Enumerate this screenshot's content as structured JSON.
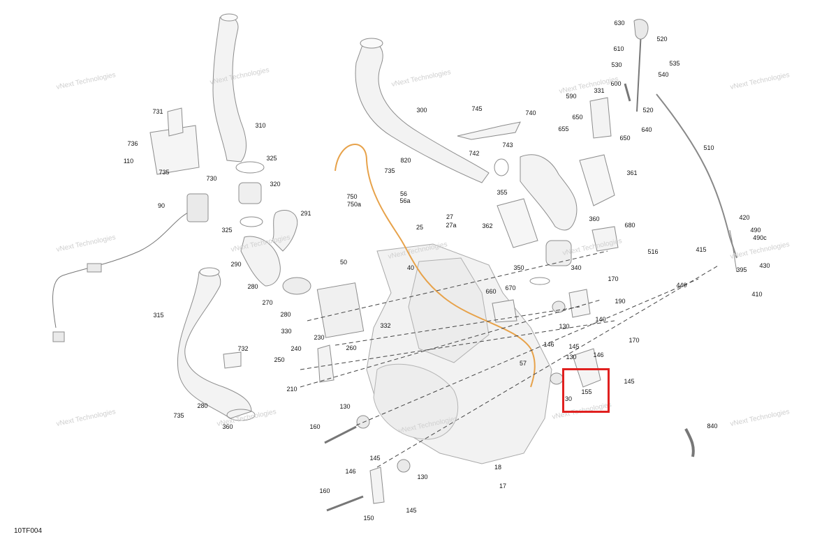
{
  "diagram": {
    "figure_code": "10TF004",
    "watermark": "vNext Technologies",
    "highlight_color": "#e0201f",
    "labels": [
      "630",
      "520",
      "610",
      "535",
      "530",
      "540",
      "600",
      "331",
      "590",
      "520",
      "650",
      "640",
      "655",
      "650",
      "745",
      "740",
      "742",
      "743",
      "735",
      "820",
      "300",
      "310",
      "325",
      "731",
      "736",
      "110",
      "735",
      "730",
      "320",
      "90",
      "325",
      "291",
      "290",
      "280",
      "270",
      "280",
      "330",
      "50",
      "332",
      "260",
      "750",
      "750a",
      "56",
      "56a",
      "27",
      "27a",
      "25",
      "40",
      "362",
      "355",
      "361",
      "360",
      "680",
      "516",
      "350",
      "340",
      "660",
      "670",
      "170",
      "190",
      "140",
      "130",
      "146",
      "145",
      "146",
      "170",
      "57",
      "155",
      "145",
      "130",
      "30",
      "315",
      "732",
      "240",
      "230",
      "250",
      "210",
      "280",
      "735",
      "360",
      "130",
      "160",
      "145",
      "146",
      "130",
      "160",
      "18",
      "17",
      "150",
      "145",
      "510",
      "420",
      "490",
      "490c",
      "415",
      "395",
      "430",
      "410",
      "440",
      "840"
    ]
  }
}
